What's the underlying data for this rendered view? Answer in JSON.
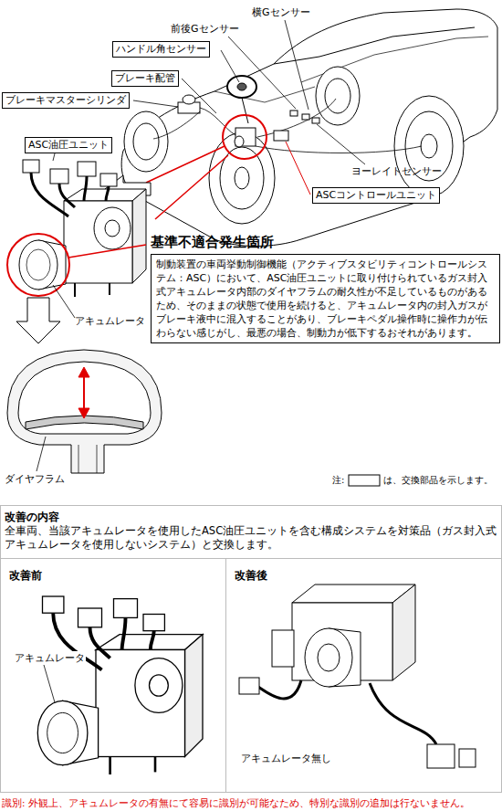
{
  "diagram": {
    "caption": "識別: 外観上、アキュムレータの有無にて容易に識別が可能なため、特別な識別の追加は行ないません。",
    "nodes": [
      {
        "text": [
          "ハンドル角センサー"
        ]
      },
      {
        "text": [
          "ブレーキ配管"
        ]
      },
      {
        "text": [
          "ブレーキマスターシリンダ"
        ]
      },
      {
        "text": [
          "ASC油圧ユニット"
        ]
      },
      {
        "text": [
          "ASCコントロールユニット"
        ]
      },
      {
        "text": [
          "基準不適合発生箇所",
          "制動装置の車両挙動制御機能（アクティブスタビリティコントロールシステム：ASC）において、ASC油圧ユニットに取り付けられているガス封入式アキュムレータ内部のダイヤフラムの耐久性が不足しているものがあるため、そのままの状態で使用を続けると、アキュムレータ内の封入ガスがブレーキ液中に混入することがあり、ブレーキペダル操作時に操作力が伝わらない感じがし、最悪の場合、制動力が低下するおそれがあります。"
        ]
      },
      {
        "text": [
          "改善の内容",
          "全車両、当該アキュムレータを使用したASC油圧ユニットを含む構成システムを対策品（ガス封入式アキュムレータを使用しないシステム）と交換します。"
        ]
      },
      {
        "text": [
          "改善前",
          "アキュムレータ"
        ],
        "in": 6
      },
      {
        "text": [
          "改善後",
          "アキュムレータ無し"
        ],
        "in": 6
      }
    ],
    "labels": [
      "横Gセンサー",
      "前後Gセンサー",
      "ヨーレイトセンサー",
      "アキュムレータ",
      "ダイヤフラム",
      "注:",
      "は、交換部品を示します。"
    ]
  }
}
